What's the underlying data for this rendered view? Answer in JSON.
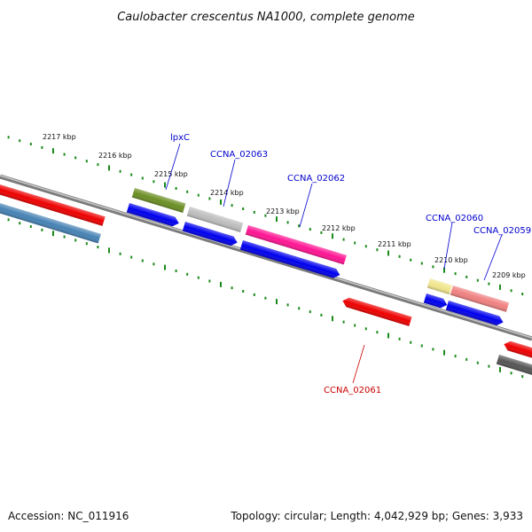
{
  "title": "Caulobacter crescentus NA1000, complete genome",
  "accession": "Accession: NC_011916",
  "topology": "Topology: circular; Length: 4,042,929 bp; Genes: 3,933",
  "tick_labels": [
    "2217 kbp",
    "2216 kbp",
    "2215 kbp",
    "2214 kbp",
    "2213 kbp",
    "2212 kbp",
    "2211 kbp",
    "2210 kbp",
    "2209 kbp"
  ],
  "gene_labels": [
    {
      "text": "lpxC",
      "color": "#0000cc"
    },
    {
      "text": "CCNA_02063",
      "color": "#0000cc"
    },
    {
      "text": "CCNA_02062",
      "color": "#0000cc"
    },
    {
      "text": "CCNA_02060",
      "color": "#0000cc"
    },
    {
      "text": "CCNA_02059",
      "color": "#0000cc"
    },
    {
      "text": "CCNA_02061",
      "color": "#cc0000"
    }
  ],
  "colors": {
    "backbone": "#7a7a7a",
    "ticks": "#1a8a1a",
    "cds": "#0000ee",
    "red_gene": "#ee0000",
    "steelblue_gene": "#4682b4",
    "olive_gene": "#6b8e23",
    "gray_gene": "#bdbdbd",
    "magenta_gene": "#ff1493",
    "khaki_gene": "#f0e68c",
    "salmon_gene": "#f08080",
    "dark_gene": "#555555"
  }
}
